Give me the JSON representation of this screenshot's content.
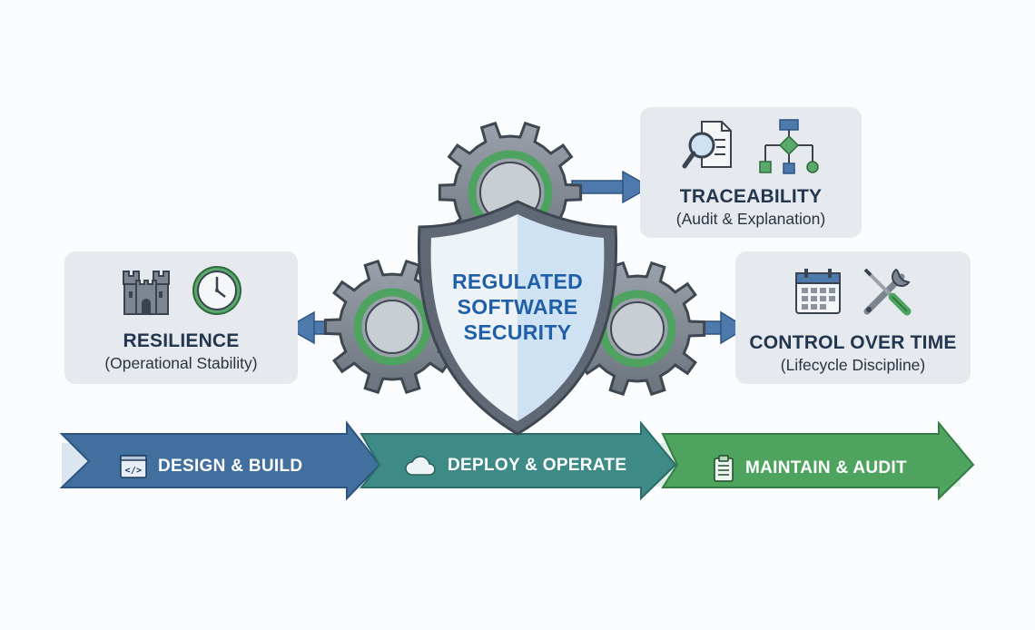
{
  "center": {
    "title_lines": [
      "REGULATED",
      "SOFTWARE",
      "SECURITY"
    ]
  },
  "pillars": {
    "resilience": {
      "title": "RESILIENCE",
      "subtitle": "(Operational Stability)",
      "icons": [
        "castle-icon",
        "clock-icon"
      ]
    },
    "traceability": {
      "title": "TRACEABILITY",
      "subtitle": "(Audit & Explanation)",
      "icons": [
        "document-magnifier-icon",
        "flowchart-icon"
      ]
    },
    "control": {
      "title": "CONTROL OVER TIME",
      "subtitle": "(Lifecycle Discipline)",
      "icons": [
        "calendar-icon",
        "wrench-screwdriver-icon"
      ]
    }
  },
  "lifecycle": [
    {
      "label": "DESIGN & BUILD",
      "icon": "code-window-icon",
      "color": "#41709f"
    },
    {
      "label": "DEPLOY & OPERATE",
      "icon": "cloud-icon",
      "color": "#3b8a7d"
    },
    {
      "label": "MAINTAIN & AUDIT",
      "icon": "clipboard-icon",
      "color": "#4ea35e"
    }
  ],
  "colors": {
    "gear": "#7d8590",
    "gear_ring": "#4fa361",
    "shield_left": "#eef3f8",
    "shield_right": "#cfe2f3",
    "arrow": "#4d79ad",
    "text_dark": "#23364f",
    "shield_text": "#1f5fa8"
  }
}
